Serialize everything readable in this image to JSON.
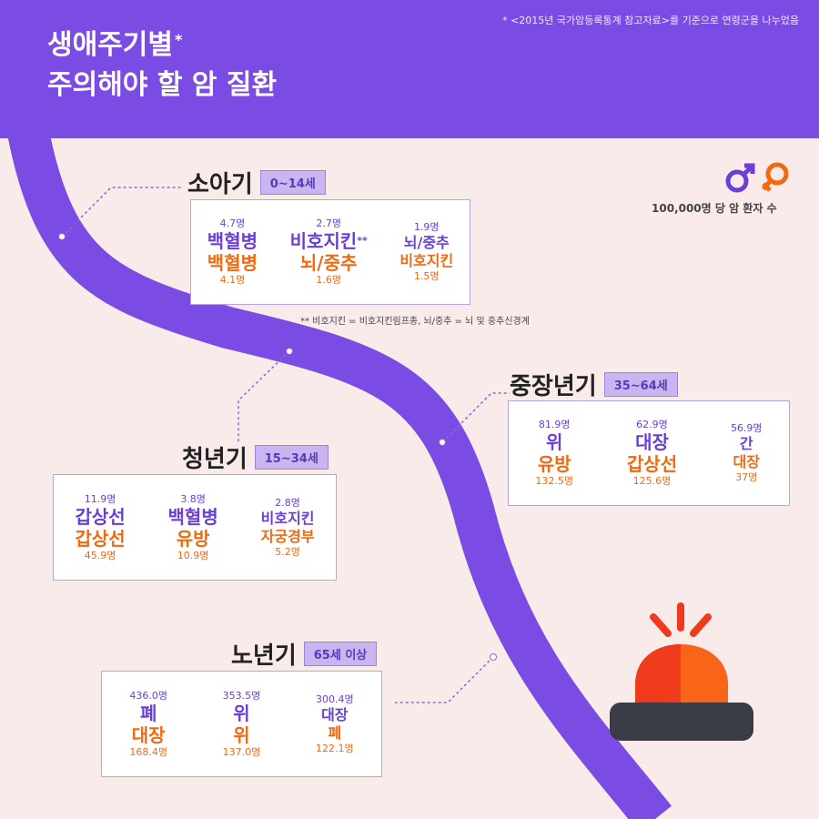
{
  "header": {
    "title_line1": "생애주기별",
    "title_star": "*",
    "title_line2": "주의해야 할 암 질환",
    "source_note": "* <2015년 국가암등록통계 참고자료>를 기준으로 연령군을 나누었음"
  },
  "legend": {
    "male_icon": "male-symbol-icon",
    "female_icon": "female-symbol-icon",
    "label": "100,000명 당 암 환자 수",
    "colors": {
      "male": "#6b3fd6",
      "female": "#f06a12"
    }
  },
  "footnote": "** 비호지킨 = 비호지킨림프종, 뇌/중추 = 뇌 및 중추신경계",
  "stages": {
    "child": {
      "name": "소아기",
      "range": "0~14세",
      "items": [
        {
          "male_count": "4.7명",
          "male_disease": "백혈병",
          "female_disease": "백혈병",
          "female_count": "4.1명"
        },
        {
          "male_count": "2.7명",
          "male_disease": "비호지킨",
          "male_mark": "**",
          "female_disease": "뇌/중추",
          "female_count": "1.6명"
        },
        {
          "male_count": "1.9명",
          "male_disease": "뇌/중추",
          "female_disease": "비호지킨",
          "female_count": "1.5명"
        }
      ]
    },
    "youth": {
      "name": "청년기",
      "range": "15~34세",
      "items": [
        {
          "male_count": "11.9명",
          "male_disease": "갑상선",
          "female_disease": "갑상선",
          "female_count": "45.9명"
        },
        {
          "male_count": "3.8명",
          "male_disease": "백혈병",
          "female_disease": "유방",
          "female_count": "10.9명"
        },
        {
          "male_count": "2.8명",
          "male_disease": "비호지킨",
          "female_disease": "자궁경부",
          "female_count": "5.2명"
        }
      ]
    },
    "middle": {
      "name": "중장년기",
      "range": "35~64세",
      "items": [
        {
          "male_count": "81.9명",
          "male_disease": "위",
          "female_disease": "유방",
          "female_count": "132.5명"
        },
        {
          "male_count": "62.9명",
          "male_disease": "대장",
          "female_disease": "갑상선",
          "female_count": "125.6명"
        },
        {
          "male_count": "56.9명",
          "male_disease": "간",
          "female_disease": "대장",
          "female_count": "37명"
        }
      ]
    },
    "senior": {
      "name": "노년기",
      "range": "65세 이상",
      "items": [
        {
          "male_count": "436.0명",
          "male_disease": "폐",
          "female_disease": "대장",
          "female_count": "168.4명"
        },
        {
          "male_count": "353.5명",
          "male_disease": "위",
          "female_disease": "위",
          "female_count": "137.0명"
        },
        {
          "male_count": "300.4명",
          "male_disease": "대장",
          "female_disease": "폐",
          "female_count": "122.1명"
        }
      ]
    }
  }
}
